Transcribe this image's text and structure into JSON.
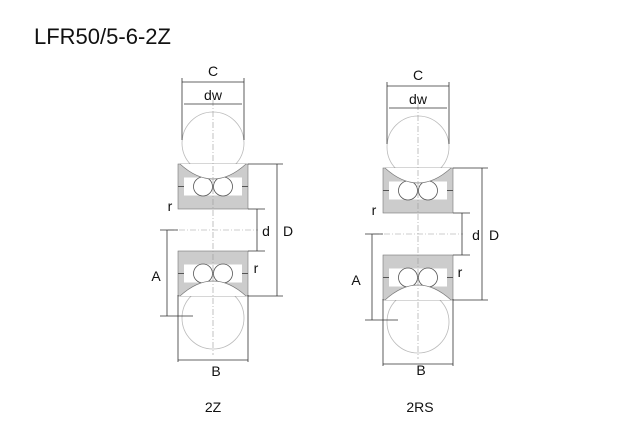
{
  "title": "LFR50/5-6-2Z",
  "drawings": [
    {
      "name": "2Z",
      "labels": {
        "C": "C",
        "dw": "dw",
        "D": "D",
        "d": "d",
        "A": "A",
        "B": "B",
        "r1": "r",
        "r2": "r"
      }
    },
    {
      "name": "2RS",
      "labels": {
        "C": "C",
        "dw": "dw",
        "D": "D",
        "d": "d",
        "A": "A",
        "B": "B",
        "r1": "r",
        "r2": "r"
      }
    }
  ]
}
